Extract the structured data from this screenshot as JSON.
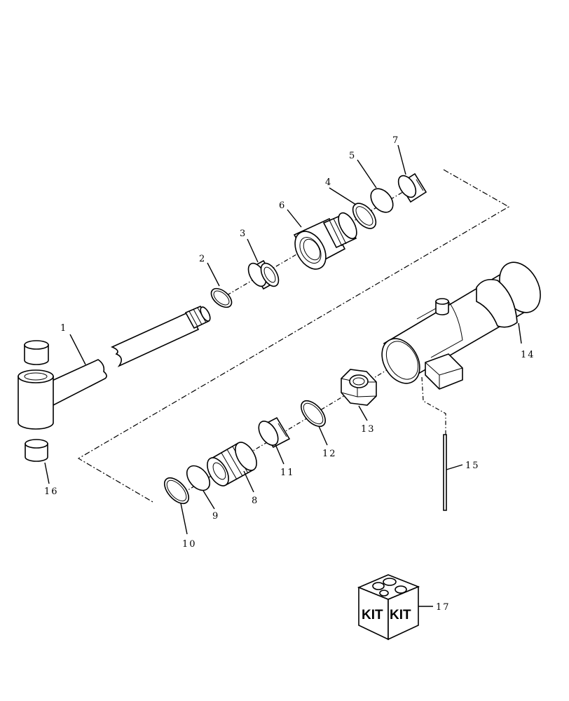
{
  "callouts": {
    "c1": "1",
    "c2": "2",
    "c3": "3",
    "c4": "4",
    "c5": "5",
    "c6": "6",
    "c7": "7",
    "c8": "8",
    "c9": "9",
    "c10": "10",
    "c11": "11",
    "c12": "12",
    "c13": "13",
    "c14": "14",
    "c15": "15",
    "c16": "16",
    "c17": "17"
  },
  "kit_box": {
    "label_left": "KIT",
    "label_right": "KIT"
  }
}
